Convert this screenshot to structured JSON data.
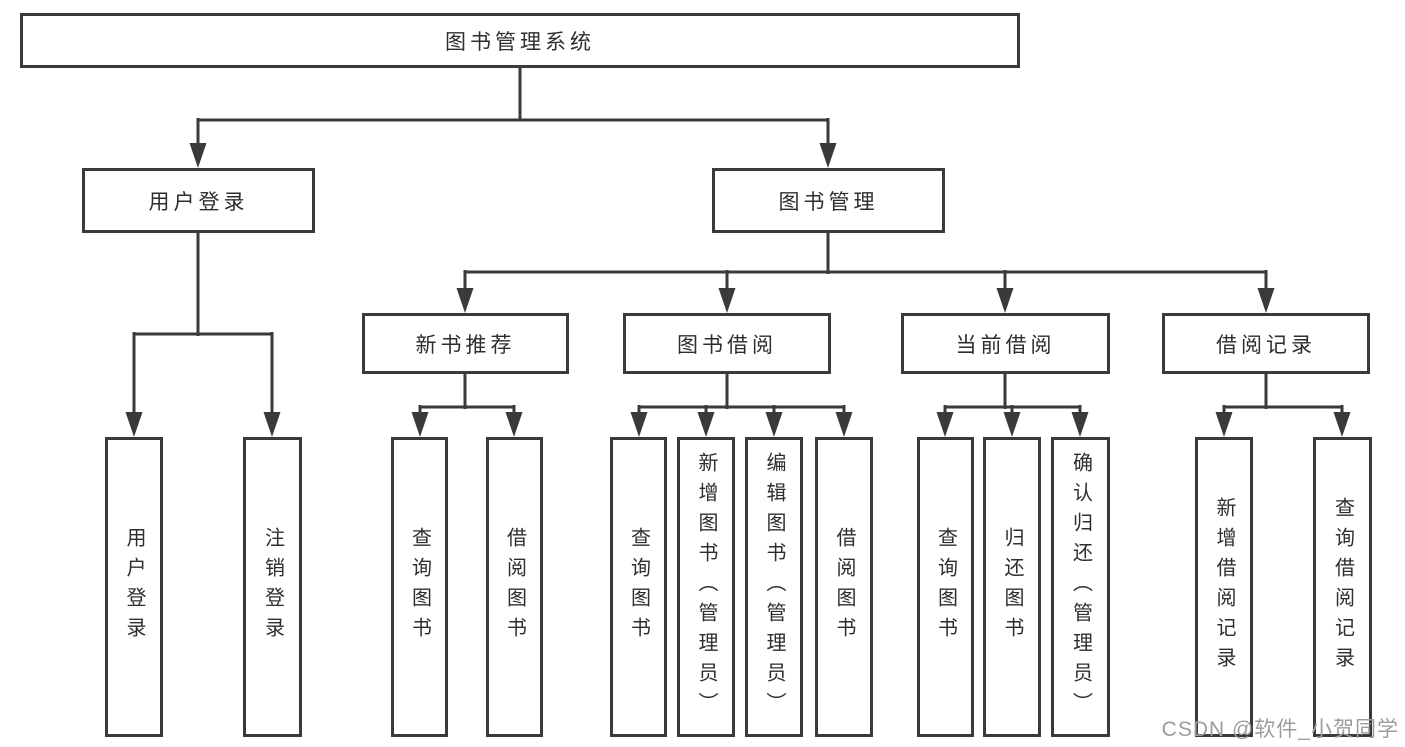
{
  "diagram": {
    "root": {
      "label": "图书管理系统"
    },
    "branches": [
      {
        "label": "用户登录",
        "children": [
          {
            "label": "用户登录"
          },
          {
            "label": "注销登录"
          }
        ]
      },
      {
        "label": "图书管理",
        "children": [
          {
            "label": "新书推荐",
            "children": [
              {
                "label": "查询图书"
              },
              {
                "label": "借阅图书"
              }
            ]
          },
          {
            "label": "图书借阅",
            "children": [
              {
                "label": "查询图书"
              },
              {
                "label": "新增图书（管理员）"
              },
              {
                "label": "编辑图书（管理员）"
              },
              {
                "label": "借阅图书"
              }
            ]
          },
          {
            "label": "当前借阅",
            "children": [
              {
                "label": "查询图书"
              },
              {
                "label": "归还图书"
              },
              {
                "label": "确认归还（管理员）"
              }
            ]
          },
          {
            "label": "借阅记录",
            "children": [
              {
                "label": "新增借阅记录"
              },
              {
                "label": "查询借阅记录"
              }
            ]
          }
        ]
      }
    ]
  },
  "watermark": {
    "text": "CSDN @软件_小贺同学"
  },
  "colors": {
    "line": "#3a3a3a",
    "text": "#2e2e2e",
    "watermark": "#9c9c9c",
    "background": "#ffffff"
  }
}
